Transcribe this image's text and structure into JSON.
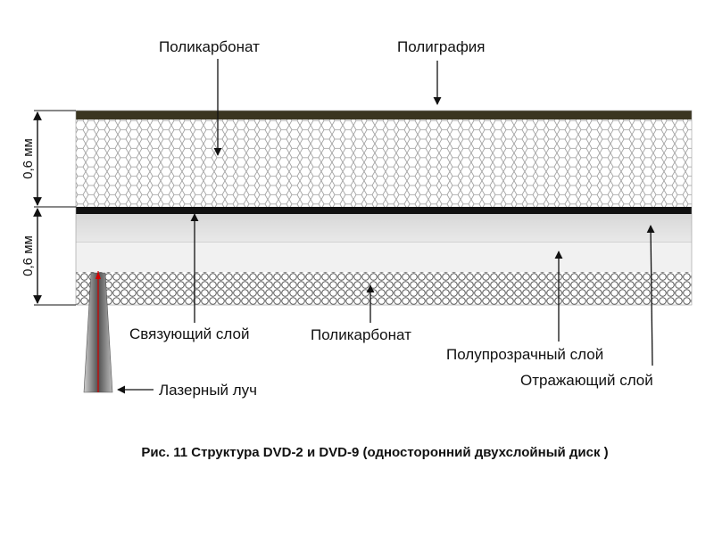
{
  "labels": {
    "polycarbonate_top": "Поликарбонат",
    "printing": "Полиграфия",
    "bonding_layer": "Связующий слой",
    "polycarbonate_bottom": "Поликарбонат",
    "semi_transparent_layer": "Полупрозрачный слой",
    "reflective_layer": "Отражающий слой",
    "laser_beam": "Лазерный луч"
  },
  "dimensions": {
    "upper": "0,6 мм",
    "lower": "0,6 мм"
  },
  "caption": "Рис. 11 Структура DVD-2 и DVD-9 (односторонний двухслойный диск )",
  "colors": {
    "laser_axis": "#d40000",
    "dark_layer": "#111111",
    "print_layer": "#3a3520"
  }
}
